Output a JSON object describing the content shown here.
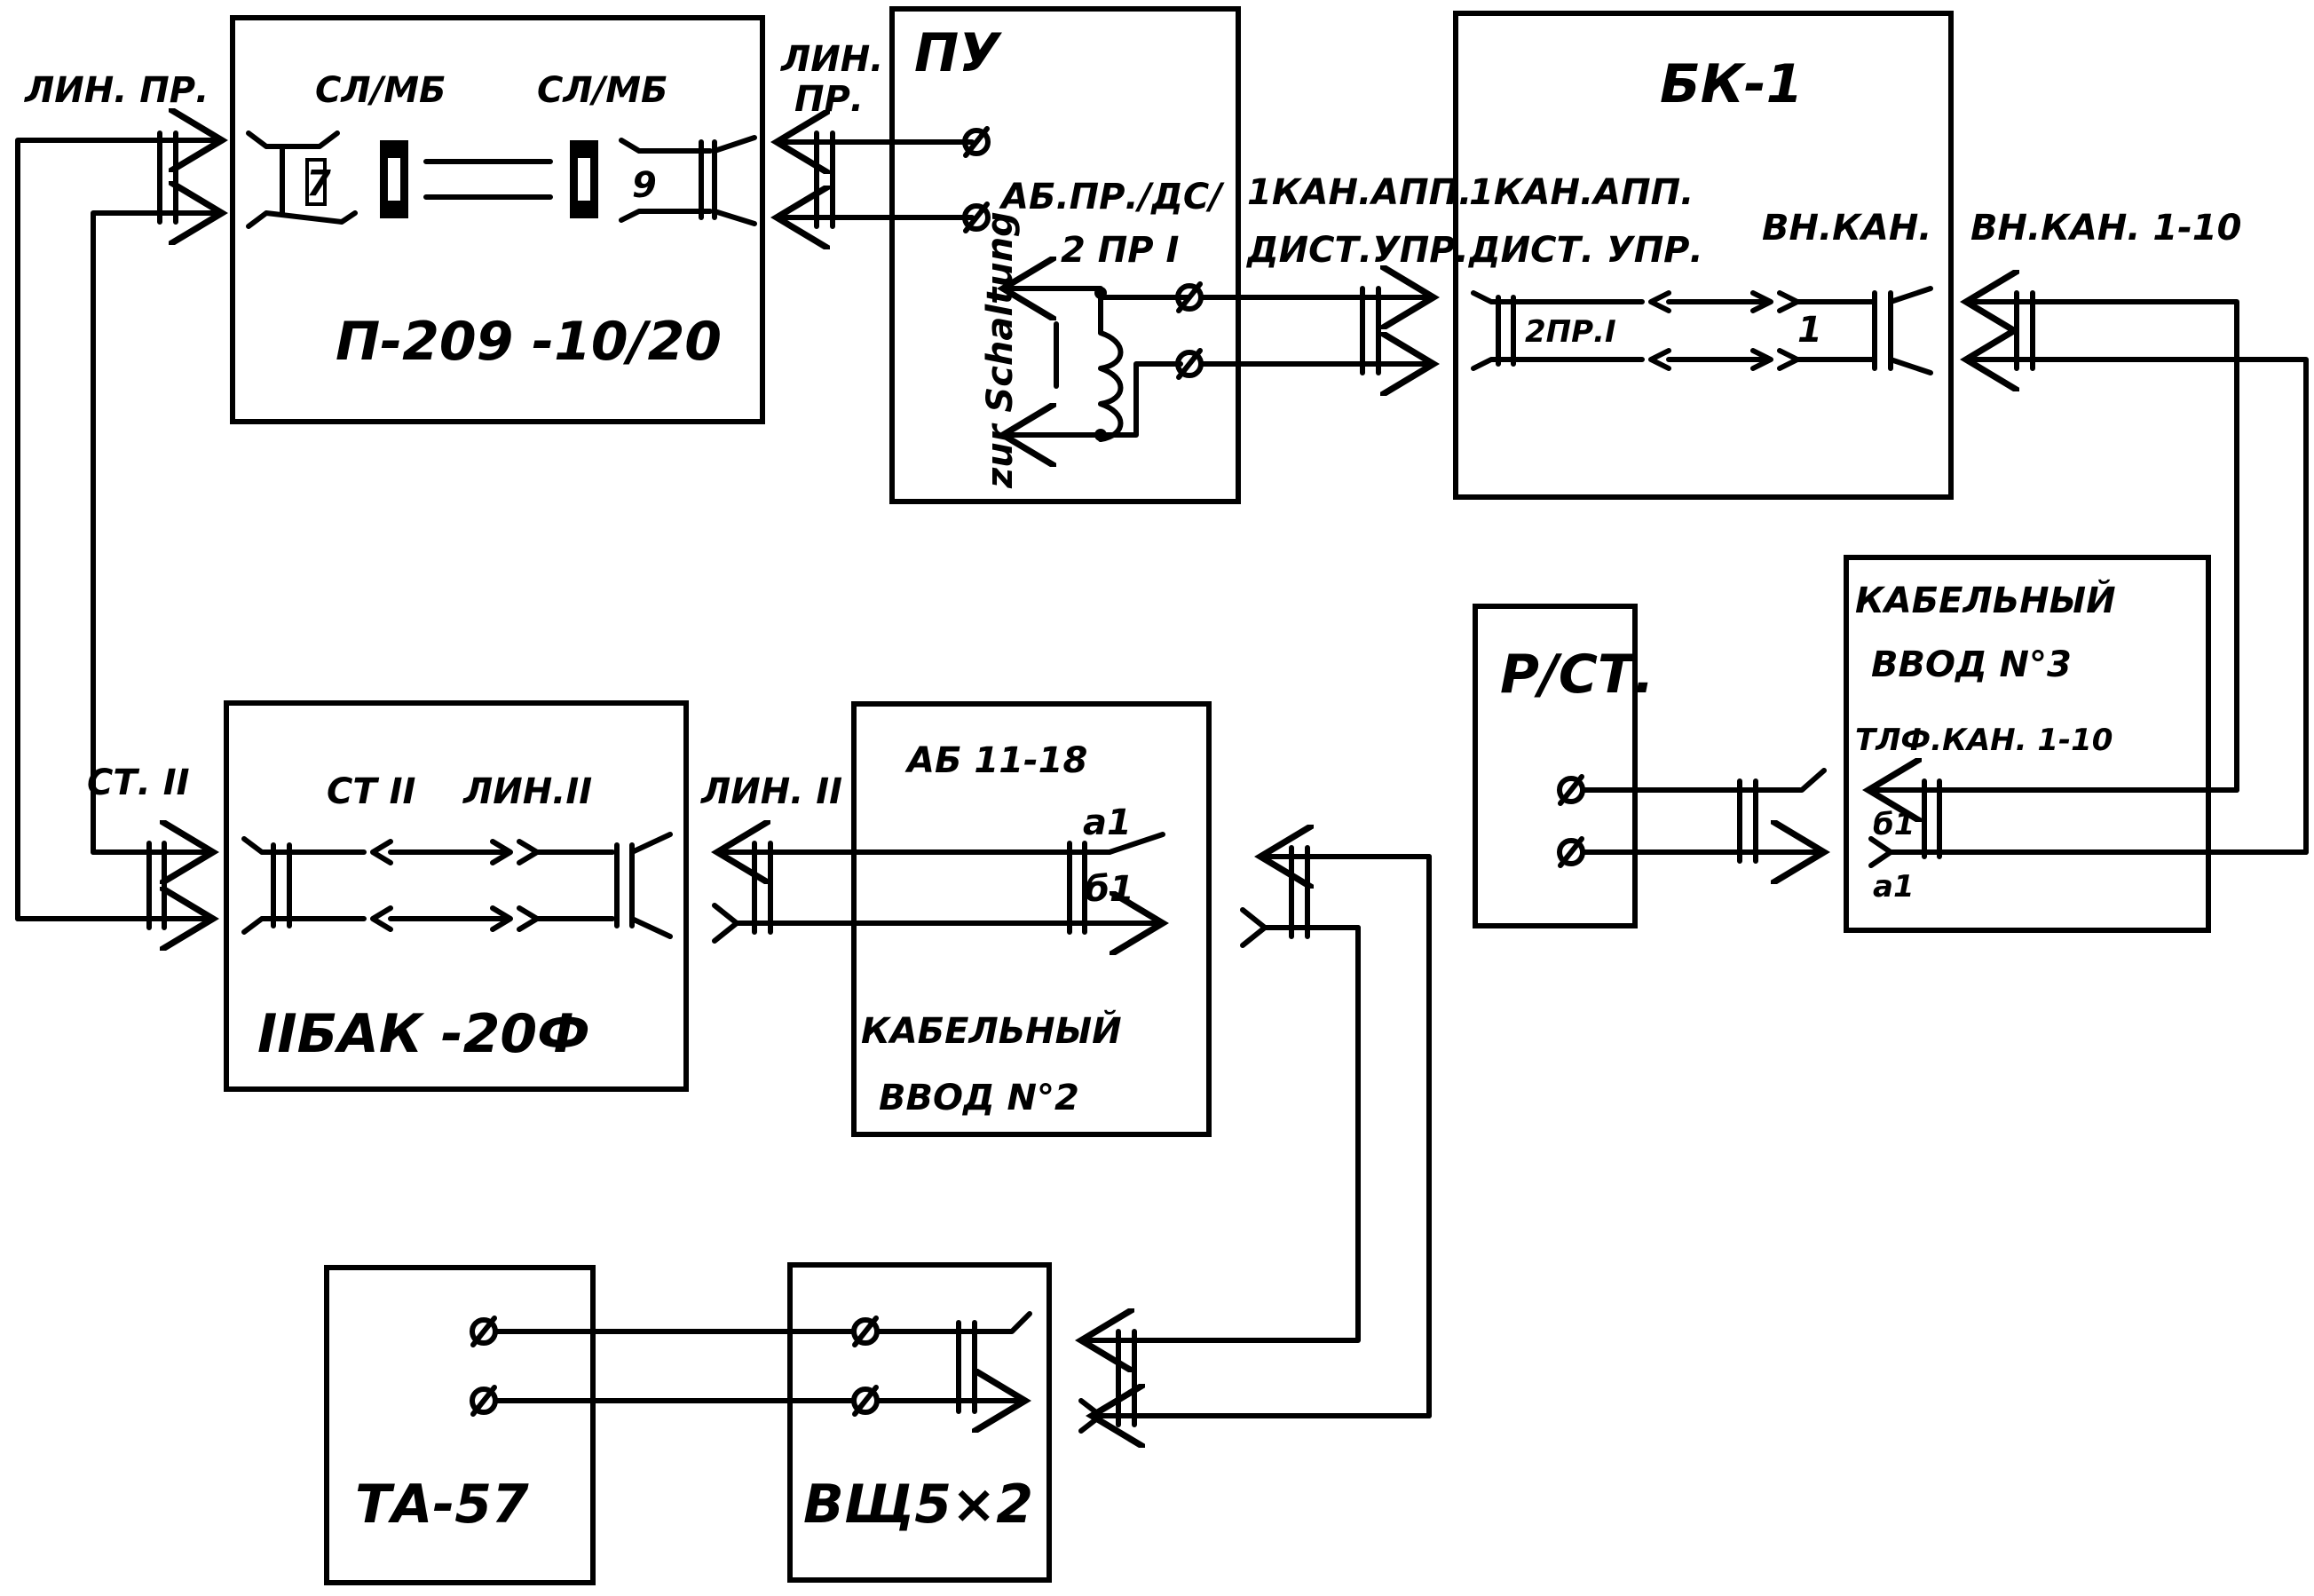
{
  "blocks": {
    "p209": {
      "title": "П-209 -10/20",
      "left_label": "СЛ/МБ",
      "right_label": "СЛ/МБ",
      "left_num": "7",
      "right_num": "9"
    },
    "pu": {
      "title": "ПУ",
      "ab_pr": "АБ.ПР./ДС/",
      "pr": "2 ПР I",
      "rotated": "zur Schaltung"
    },
    "bk1": {
      "title": "БК-1",
      "kan_app": "1КАН.АПП.",
      "dist": "ДИСТ. УПР.",
      "vn_kan": "ВН.КАН.",
      "inner_pr": "2ПР.I",
      "inner_num": "1"
    },
    "kv3": {
      "title_line1": "КАБЕЛЬНЫЙ",
      "title_line2": "ВВОД N°3",
      "tlf": "ТЛФ.КАН. 1-10",
      "d1": "б1",
      "a1": "a1"
    },
    "rst": {
      "title": "Р/СТ."
    },
    "bak": {
      "title": "IIБАК -20Ф",
      "st": "СТ II",
      "lin": "ЛИН.II"
    },
    "kv2": {
      "ab": "АБ 11-18",
      "a1": "a1",
      "d1": "б1",
      "title_line1": "КАБЕЛЬНЫЙ",
      "title_line2": "ВВОД N°2"
    },
    "ta57": {
      "title": "ТА-57"
    },
    "vsh": {
      "title": "ВЩ5×2"
    }
  },
  "outer_labels": {
    "lin_pr_left": "ЛИН. ПР.",
    "lin_pr_right_1": "ЛИН.",
    "lin_pr_right_2": "ПР.",
    "kan_app_1": "1КАН.АПП.",
    "kan_app_2": "ДИСТ.УПР.",
    "vn_kan": "ВН.КАН. 1-10",
    "st_ii": "СТ. II",
    "lin_ii": "ЛИН. II"
  },
  "icons": [
    "terminal-icon",
    "arrow-icon",
    "connector-icon",
    "inductor-icon"
  ]
}
